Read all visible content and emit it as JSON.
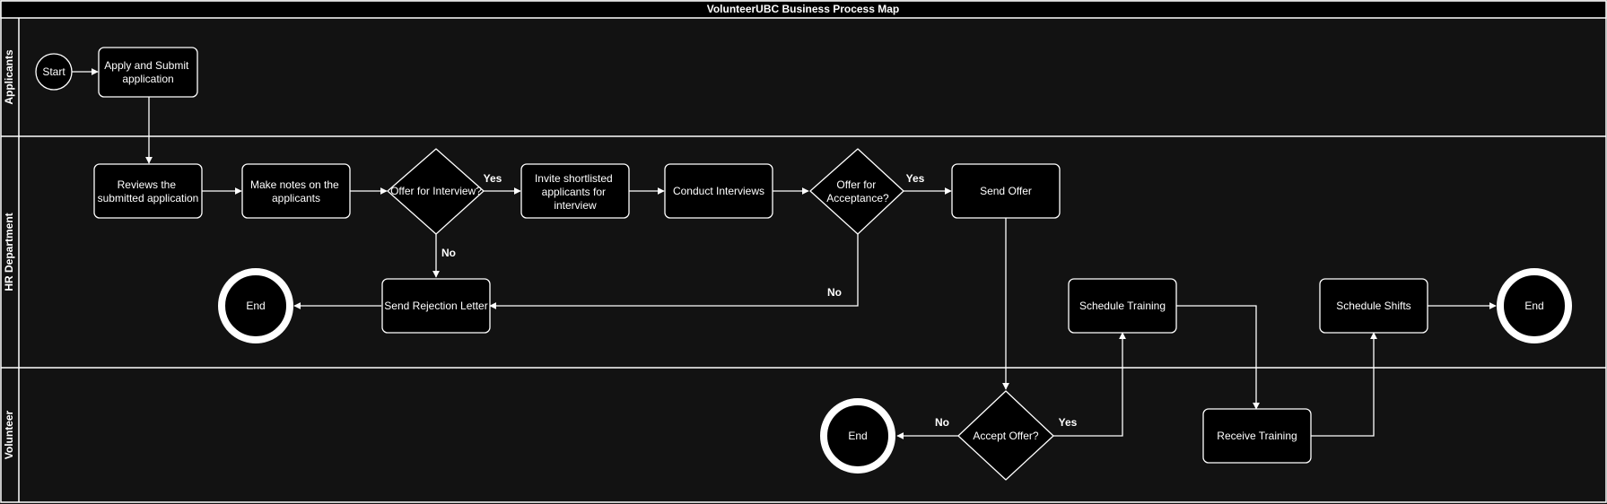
{
  "title": "VolunteerUBC Business Process Map",
  "colors": {
    "background": "#121212",
    "node_fill": "#000000",
    "stroke": "#ffffff",
    "text": "#ffffff"
  },
  "lanes": {
    "applicants": "Applicants",
    "hr": "HR Department",
    "volunteer": "Volunteer"
  },
  "nodes": {
    "start": "Start",
    "apply": [
      "Apply and Submit",
      "application"
    ],
    "reviews": [
      "Reviews the",
      "submitted application"
    ],
    "notes": [
      "Make notes on the",
      "applicants"
    ],
    "offer_interview": "Offer for Interview?",
    "invite": [
      "Invite shortlisted",
      "applicants for",
      "interview"
    ],
    "conduct": "Conduct Interviews",
    "offer_accept": [
      "Offer for",
      "Acceptance?"
    ],
    "send_offer": "Send Offer",
    "rejection": "Send Rejection Letter",
    "end_hr_left": "End",
    "schedule_training": "Schedule Training",
    "schedule_shifts": "Schedule Shifts",
    "end_hr_right": "End",
    "end_volunteer": "End",
    "accept_offer": "Accept Offer?",
    "receive_training": "Receive Training"
  },
  "edge_labels": {
    "interview_yes": "Yes",
    "interview_no": "No",
    "acceptance_yes": "Yes",
    "acceptance_no": "No",
    "accept_yes": "Yes",
    "accept_no": "No"
  }
}
